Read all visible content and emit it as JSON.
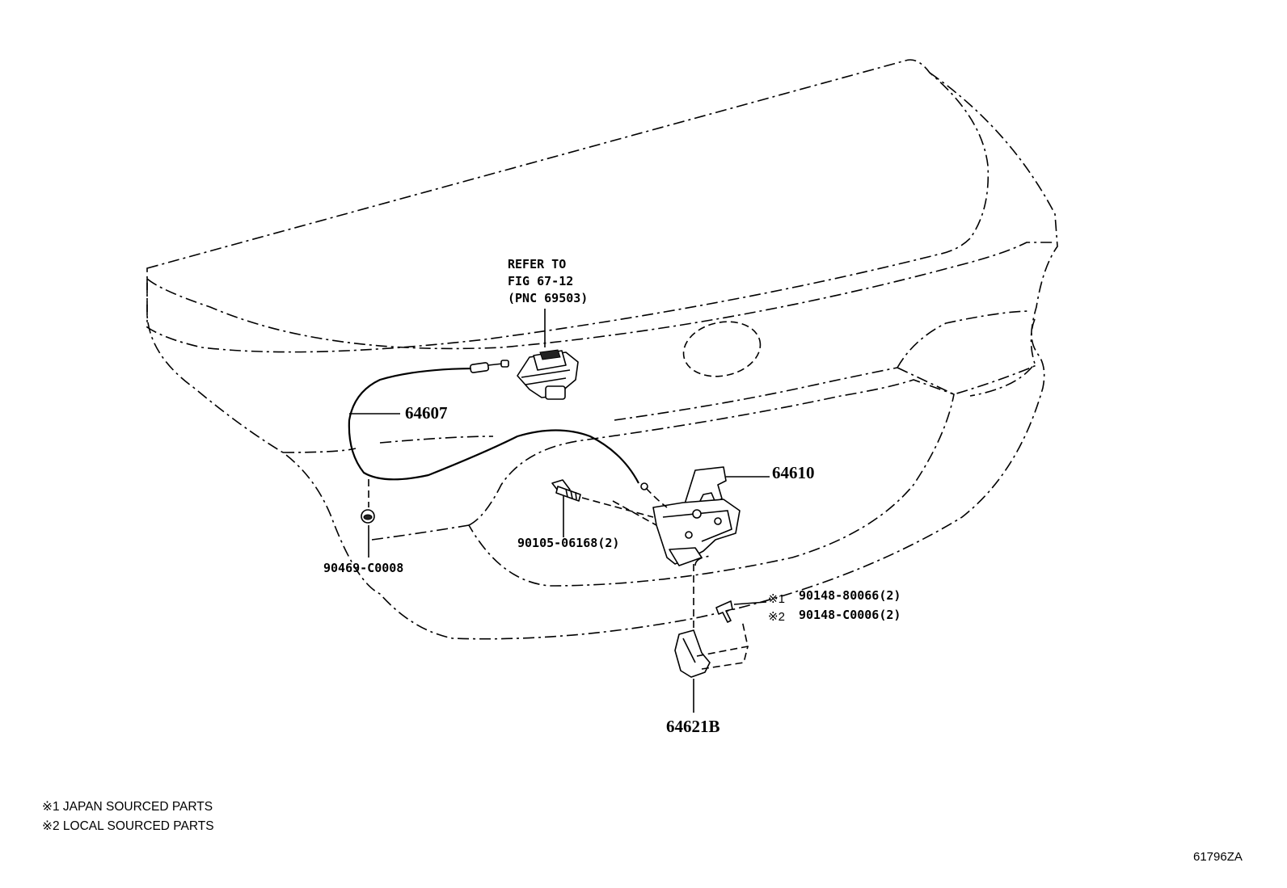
{
  "callouts": {
    "refer_line1": "REFER TO",
    "refer_line2": "FIG 67-12",
    "refer_line3": "(PNC 69503)",
    "p64607": "64607",
    "p64610": "64610",
    "p90105": "90105-06168(2)",
    "p90469": "90469-C0008",
    "p90148_1_mark": "※1",
    "p90148_1": "90148-80066(2)",
    "p90148_2_mark": "※2",
    "p90148_2": "90148-C0006(2)",
    "p64621": "64621B"
  },
  "notes": {
    "note1": "※1 JAPAN SOURCED PARTS",
    "note2": "※2 LOCAL SOURCED PARTS"
  },
  "figure_code": "61796ZA"
}
